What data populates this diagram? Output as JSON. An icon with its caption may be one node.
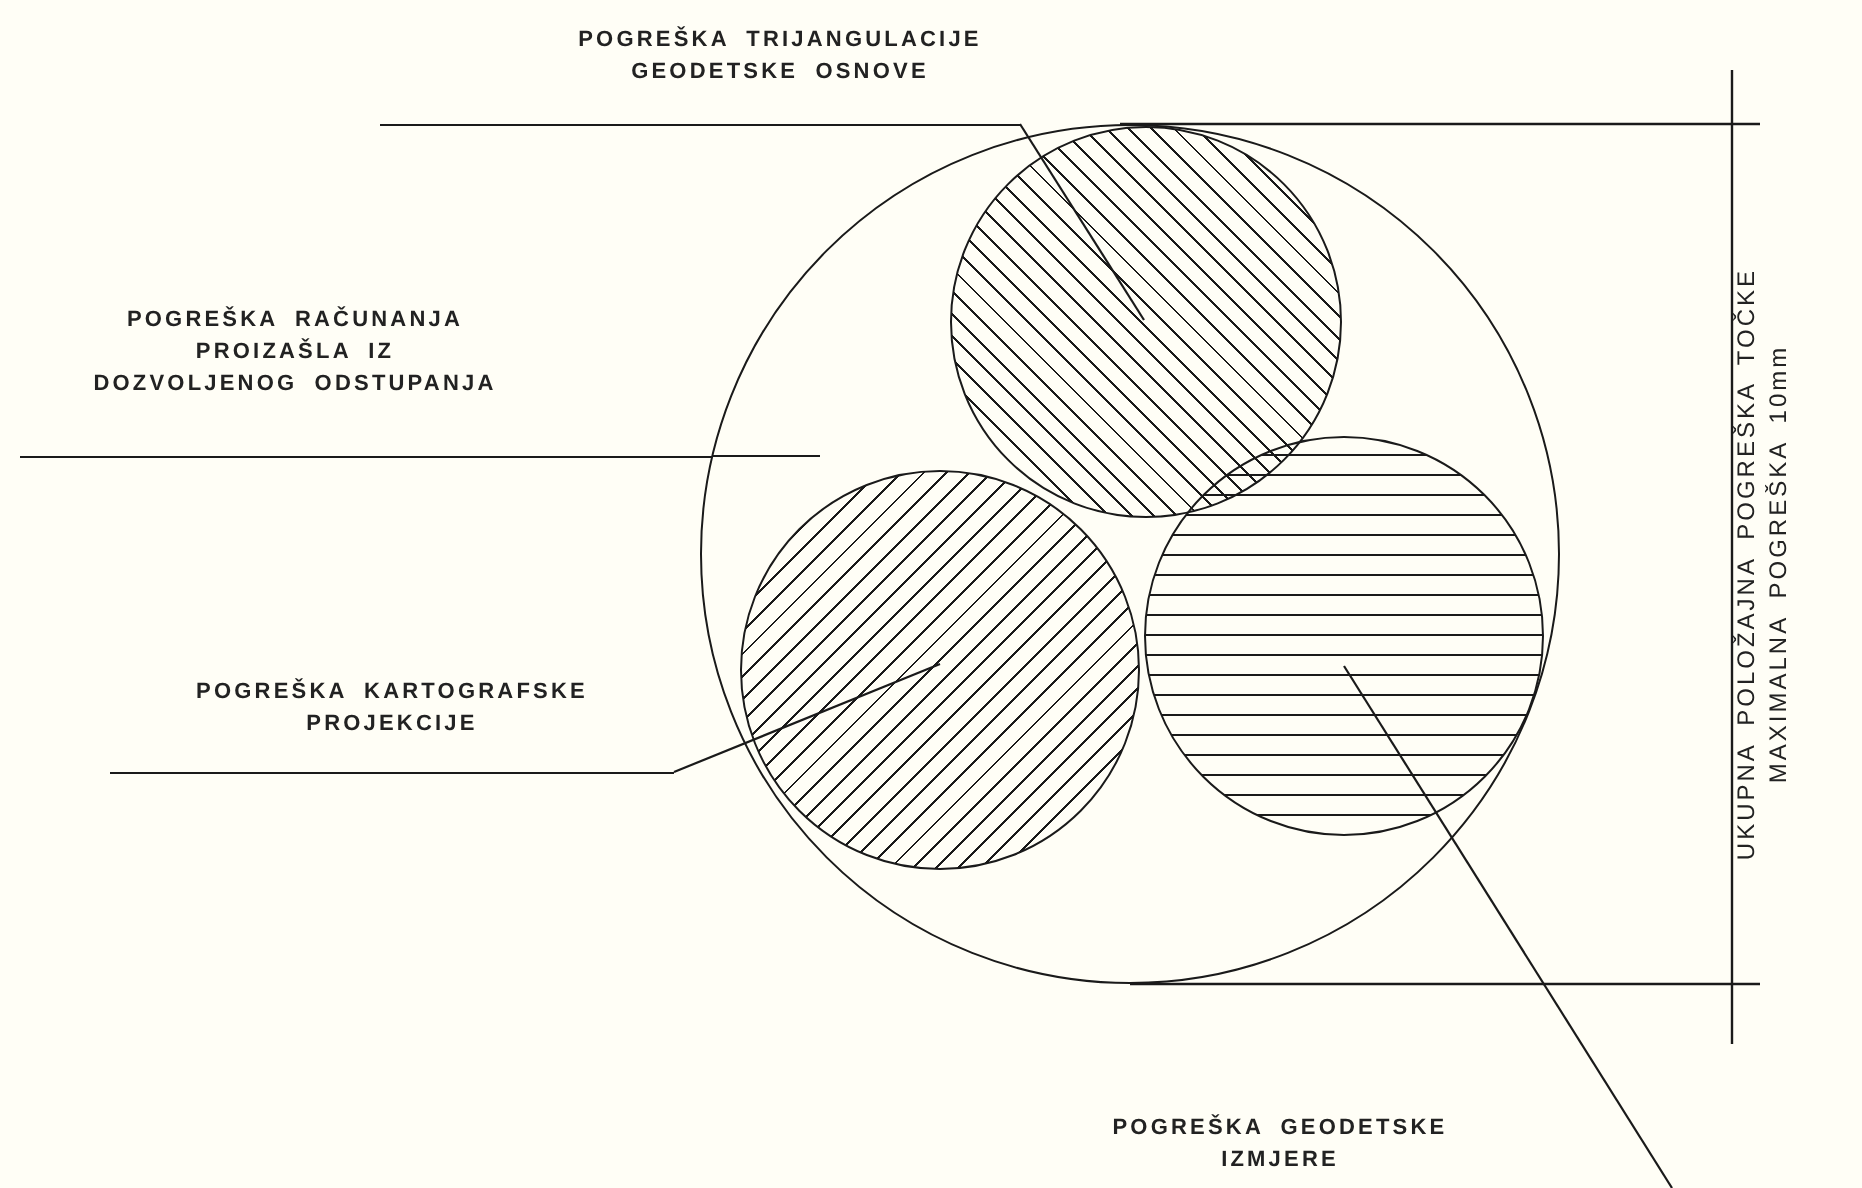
{
  "diagram": {
    "nodes": [
      {
        "text": [],
        "shape": "circle"
      },
      {
        "text": [],
        "shape": "circle",
        "in": 0
      },
      {
        "text": [],
        "shape": "circle",
        "in": 0
      },
      {
        "text": [],
        "shape": "circle",
        "in": 0
      },
      {
        "text": [
          "POGREŠKA TRIJANGULACIJE GEODETSKE OSNOVE"
        ]
      },
      {
        "text": [
          "POGREŠKA RAČUNANJA PROIZAŠLA IZ DOZVOLJENOG ODSTUPANJA"
        ]
      },
      {
        "text": [
          "POGREŠKA KARTOGRAFSKE PROJEKCIJE"
        ]
      }
    ],
    "edges": [
      {
        "from": 4,
        "to": 1,
        "arrow": "none"
      },
      {
        "from": 5,
        "to": 0,
        "arrow": "none"
      },
      {
        "from": 6,
        "to": 2,
        "arrow": "none"
      },
      {
        "from": null,
        "to": 3,
        "arrow": "none"
      }
    ],
    "labels": [
      "UKUPNA POLOŽAJNA POGREŠKA TOČKE MAXIMALNA POGREŠKA 10mm",
      "POGREŠKA GEODETSKE IZMJERE"
    ]
  }
}
